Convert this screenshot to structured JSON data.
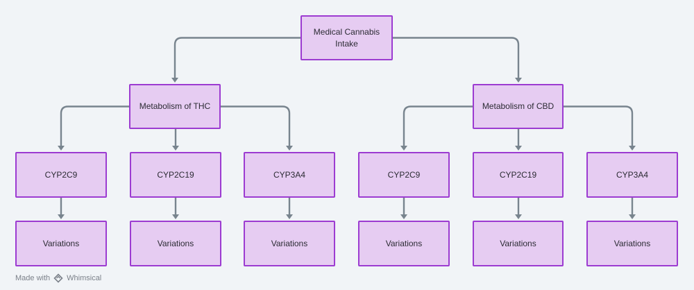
{
  "diagram": {
    "nodes": [
      {
        "id": "root",
        "label": "Medical Cannabis\nIntake"
      },
      {
        "id": "thc",
        "label": "Metabolism of THC"
      },
      {
        "id": "cbd",
        "label": "Metabolism of CBD"
      },
      {
        "id": "thc-cyp2c9",
        "label": "CYP2C9"
      },
      {
        "id": "thc-cyp2c19",
        "label": "CYP2C19"
      },
      {
        "id": "thc-cyp3a4",
        "label": "CYP3A4"
      },
      {
        "id": "cbd-cyp2c9",
        "label": "CYP2C9"
      },
      {
        "id": "cbd-cyp2c19",
        "label": "CYP2C19"
      },
      {
        "id": "cbd-cyp3a4",
        "label": "CYP3A4"
      },
      {
        "id": "thc-cyp2c9-var",
        "label": "Variations"
      },
      {
        "id": "thc-cyp2c19-var",
        "label": "Variations"
      },
      {
        "id": "thc-cyp3a4-var",
        "label": "Variations"
      },
      {
        "id": "cbd-cyp2c9-var",
        "label": "Variations"
      },
      {
        "id": "cbd-cyp2c19-var",
        "label": "Variations"
      },
      {
        "id": "cbd-cyp3a4-var",
        "label": "Variations"
      }
    ],
    "edges": [
      {
        "from": "root",
        "to": "thc"
      },
      {
        "from": "root",
        "to": "cbd"
      },
      {
        "from": "thc",
        "to": "thc-cyp2c9"
      },
      {
        "from": "thc",
        "to": "thc-cyp2c19"
      },
      {
        "from": "thc",
        "to": "thc-cyp3a4"
      },
      {
        "from": "cbd",
        "to": "cbd-cyp2c9"
      },
      {
        "from": "cbd",
        "to": "cbd-cyp2c19"
      },
      {
        "from": "cbd",
        "to": "cbd-cyp3a4"
      },
      {
        "from": "thc-cyp2c9",
        "to": "thc-cyp2c9-var"
      },
      {
        "from": "thc-cyp2c19",
        "to": "thc-cyp2c19-var"
      },
      {
        "from": "thc-cyp3a4",
        "to": "thc-cyp3a4-var"
      },
      {
        "from": "cbd-cyp2c9",
        "to": "cbd-cyp2c9-var"
      },
      {
        "from": "cbd-cyp2c19",
        "to": "cbd-cyp2c19-var"
      },
      {
        "from": "cbd-cyp3a4",
        "to": "cbd-cyp3a4-var"
      }
    ]
  },
  "colors": {
    "background": "#f1f4f7",
    "node_fill": "#e6ccf2",
    "node_border": "#9c3bd1",
    "edge": "#78848e",
    "text": "#2b2b33"
  },
  "watermark": {
    "prefix": "Made with",
    "brand": "Whimsical",
    "icon": "whimsical-logo-icon"
  }
}
